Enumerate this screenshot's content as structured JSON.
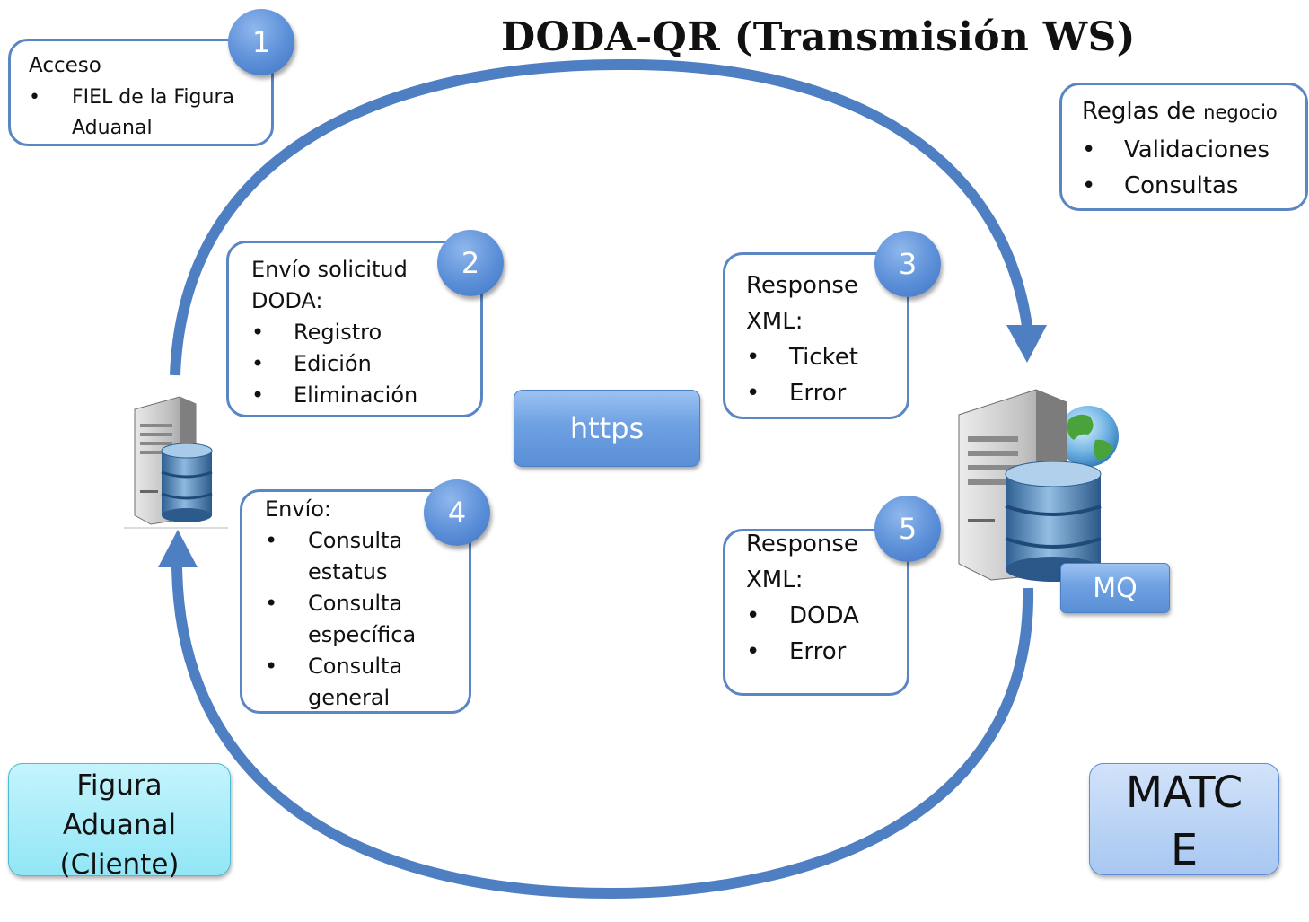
{
  "title": "DODA-QR (Transmisión WS)",
  "step1": {
    "badge": "1",
    "heading": "Acceso",
    "items": [
      "FIEL de la Figura Aduanal"
    ]
  },
  "step2": {
    "badge": "2",
    "heading": "Envío solicitud DODA:",
    "items": [
      "Registro",
      "Edición",
      "Eliminación"
    ]
  },
  "step3": {
    "badge": "3",
    "heading": "Response XML:",
    "items": [
      "Ticket",
      "Error"
    ]
  },
  "step4": {
    "badge": "4",
    "heading": "Envío:",
    "items": [
      "Consulta estatus",
      "Consulta específica",
      "Consulta general"
    ]
  },
  "step5": {
    "badge": "5",
    "heading": "Response XML:",
    "items": [
      "DODA",
      "Error"
    ]
  },
  "rules": {
    "heading_main": "Reglas de",
    "heading_small": "negocio",
    "items": [
      "Validaciones",
      "Consultas"
    ]
  },
  "https_label": "https",
  "mq_label": "MQ",
  "client_label": "Figura Aduanal (Cliente)",
  "matce_label": "MATCE",
  "bullet": "•",
  "colors": {
    "arrow": "#4f7fc3",
    "box_border": "#5a86c3",
    "badge": "#5b8fd8",
    "client_fill": "#a6ecf8",
    "matce_fill": "#b6d0f4"
  }
}
